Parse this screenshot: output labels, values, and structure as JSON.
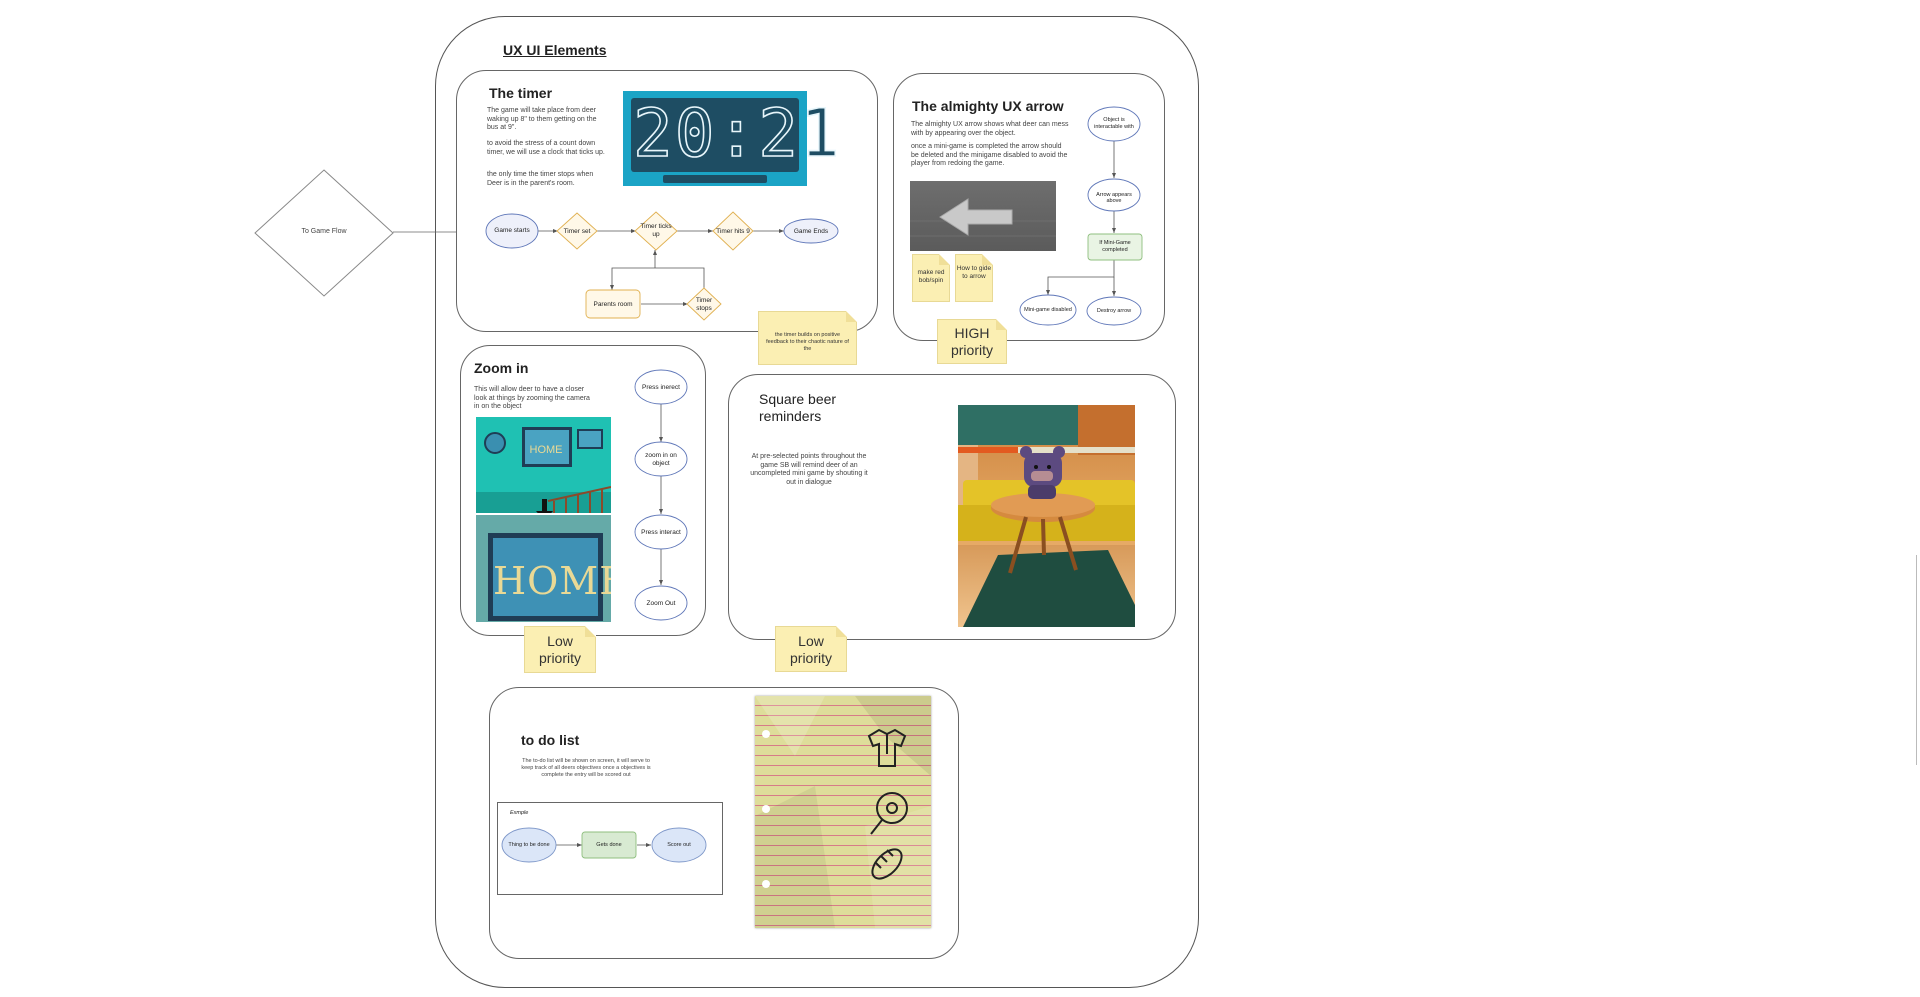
{
  "board": {
    "title": "UX UI Elements"
  },
  "entry": {
    "label": "To Game Flow"
  },
  "timer": {
    "heading": "The timer",
    "p1": "The game will take place from deer waking up 8\" to them getting on the bus at 9\".",
    "p2": "to avoid the stress of a count down timer, we will use a clock that ticks up.",
    "p3": "the only time the timer stops when Deer is in the parent's room.",
    "clock": "20:21",
    "flow": {
      "game_starts": "Game starts",
      "timer_set": "Timer set",
      "timer_ticks": "Timer ticks up",
      "timer_hits": "Timer hits 9",
      "game_ends": "Game Ends",
      "parents_room": "Parents room",
      "timer_stops": "Timer stops"
    },
    "note": "the timer builds on positive feedback to their chaotic nature of the"
  },
  "arrow": {
    "heading": "The almighty UX arrow",
    "p1": "The almighty UX arrow shows what deer can mess with by appearing over the object.",
    "p2": "once a mini-game is completed the arrow should be deleted and the minigame disabled to avoid the player from redoing the game.",
    "flow": {
      "interactable": "Object is interactable with",
      "appears": "Arrow appears above",
      "completed": "If Mini-Game completed",
      "disabled": "Mini-game disabled",
      "destroy": "Destroy arrow"
    },
    "note1": "make red bob/spin",
    "note2": "How to gide to arrow",
    "priority": "HIGH priority"
  },
  "zoom": {
    "heading": "Zoom in",
    "p1": "This will allow deer to have a closer look at things by zooming the camera in on the object",
    "home": "HOME",
    "flow": {
      "press1": "Press inerect",
      "zoom_in": "zoom in on object",
      "press2": "Press interact",
      "zoom_out": "Zoom Out"
    },
    "priority": "Low priority"
  },
  "reminders": {
    "heading": "Square beer reminders",
    "p1": "At pre-selected points  throughout the game SB will remind deer of an uncompleted mini game by shouting it out in dialogue",
    "priority": "Low priority"
  },
  "todo": {
    "heading": "to do list",
    "p1": "The to-do list will be shown on screen, it will serve to keep track of all deers objectives once a objectives is complete the entry will be scored out",
    "example_label": "Exmple",
    "flow": {
      "thing": "Thing to be done",
      "gets": "Gets done",
      "score": "Score out"
    }
  },
  "colors": {
    "note": "#fbefb3",
    "clock_bg": "#1e4d63",
    "clock_frame": "#1ba4c6",
    "zoom_teal": "#1fc1b3",
    "ellipse_stroke": "#5e76b8",
    "diamond_stroke": "#e0b050"
  }
}
